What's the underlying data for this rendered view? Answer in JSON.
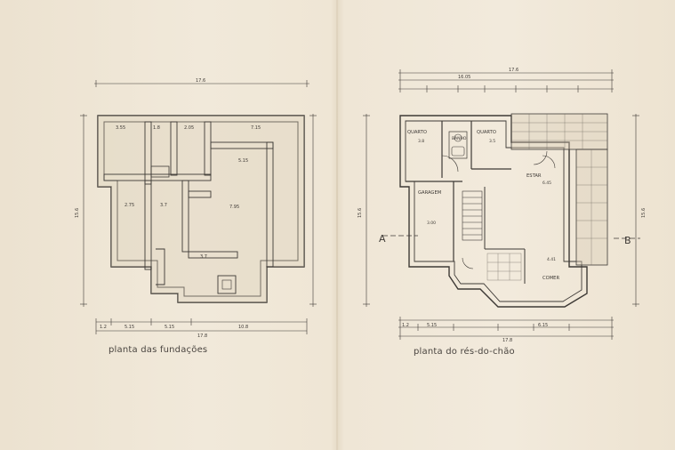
{
  "captions": {
    "foundations": "planta das fundações",
    "ground_floor": "planta do rés-do-chão"
  },
  "room_labels": {
    "quarto_1": "QUARTO",
    "quarto_2": "QUARTO",
    "banho": "BANHO",
    "estar": "ESTAR",
    "garagem": "GARAGEM",
    "comer": "COMER"
  },
  "section_marks": {
    "a": "A",
    "b": "B"
  },
  "dims_left": {
    "top": "17.6",
    "bottom_total": "17.8",
    "bottom_right": "10.8",
    "b1": "1.2",
    "b2": "5.15",
    "b3": "5.15",
    "side": "15.6",
    "r1": "3.55",
    "r2": "1.8",
    "r3": "2.05",
    "r4": "7.15",
    "r5": "2.75",
    "r6": "3.7",
    "r7": "7.95",
    "r8": "3.7",
    "r9": "5.15"
  },
  "dims_right": {
    "top": "17.6",
    "second": "16.05",
    "bottom_total": "17.8",
    "b1": "1.2",
    "b2": "5.15",
    "b3": "6.15",
    "side": "15.6",
    "side_r": "15.6",
    "quarto_1_dim": "3.8",
    "quarto_2_dim": "3.5",
    "garagem_dim": "3.00",
    "estar_dim": "6.45",
    "comer_dim": "4.41"
  },
  "colors": {
    "ink": "#3e3a36",
    "paper": "#efe6d6"
  }
}
